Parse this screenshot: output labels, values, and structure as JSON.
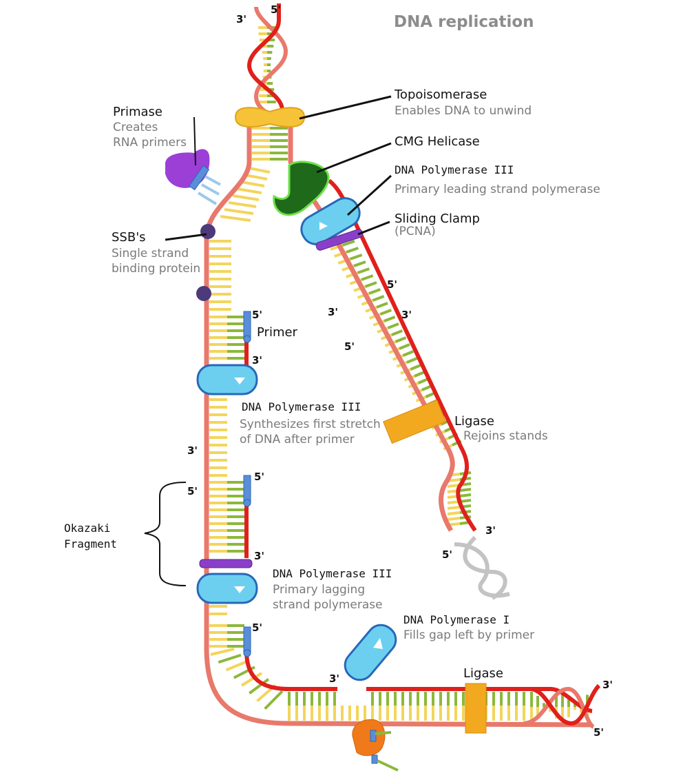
{
  "title": "DNA replication",
  "colors": {
    "template_strand": "#e8796b",
    "new_strand": "#e0201b",
    "base_yellow": "#f3d55b",
    "base_green": "#8bb83b",
    "primer_blue": "#5b8ed8",
    "polymerase_fill": "#6ccff0",
    "polymerase_stroke": "#2768b8",
    "clamp_purple": "#8a3fc9",
    "helicase_green": "#1f6a1a",
    "primase_purple": "#9b3fd6",
    "topoisomerase_yellow": "#f6c338",
    "ligase_orange": "#f2a91f",
    "ssb_purple": "#4c3a7a",
    "rna_blue": "#9bc9ea"
  },
  "labels": {
    "topoisomerase": {
      "name": "Topoisomerase",
      "desc": "Enables DNA to unwind"
    },
    "primase": {
      "name": "Primase",
      "desc1": "Creates",
      "desc2": "RNA primers"
    },
    "cmg_helicase": {
      "name": "CMG Helicase"
    },
    "pol3_leading": {
      "name": "DNA Polymerase III",
      "desc": "Primary leading strand polymerase"
    },
    "sliding_clamp": {
      "name": "Sliding Clamp",
      "desc": "(PCNA)"
    },
    "ssbs": {
      "name": "SSB's",
      "desc1": "Single strand",
      "desc2": "binding protein"
    },
    "primer": {
      "name": "Primer"
    },
    "pol3_first": {
      "name": "DNA Polymerase III",
      "desc1": "Synthesizes first stretch",
      "desc2": "of DNA after primer"
    },
    "ligase_top": {
      "name": "Ligase",
      "desc": "Rejoins stands"
    },
    "okazaki": {
      "line1": "Okazaki",
      "line2": "Fragment"
    },
    "pol3_lagging": {
      "name": "DNA Polymerase III",
      "desc1": "Primary lagging",
      "desc2": "strand polymerase"
    },
    "pol1": {
      "name": "DNA Polymerase I",
      "desc": "Fills gap left by primer"
    },
    "ligase_bottom": {
      "name": "Ligase"
    }
  },
  "ends": {
    "top_left": "3'",
    "top_right": "5'",
    "leading_5a": "5'",
    "leading_3a": "3'",
    "leading_3b": "3'",
    "leading_5b": "5'",
    "primer1_5": "5'",
    "primer1_3": "3'",
    "lag_3": "3'",
    "frag_5_left": "5'",
    "frag_5_right": "5'",
    "frag_3": "3'",
    "primer3_5": "5'",
    "gap_3": "3'",
    "tail_3": "3'",
    "tail_5": "5'",
    "bottom_right_3": "3'",
    "bottom_right_5": "5'"
  }
}
